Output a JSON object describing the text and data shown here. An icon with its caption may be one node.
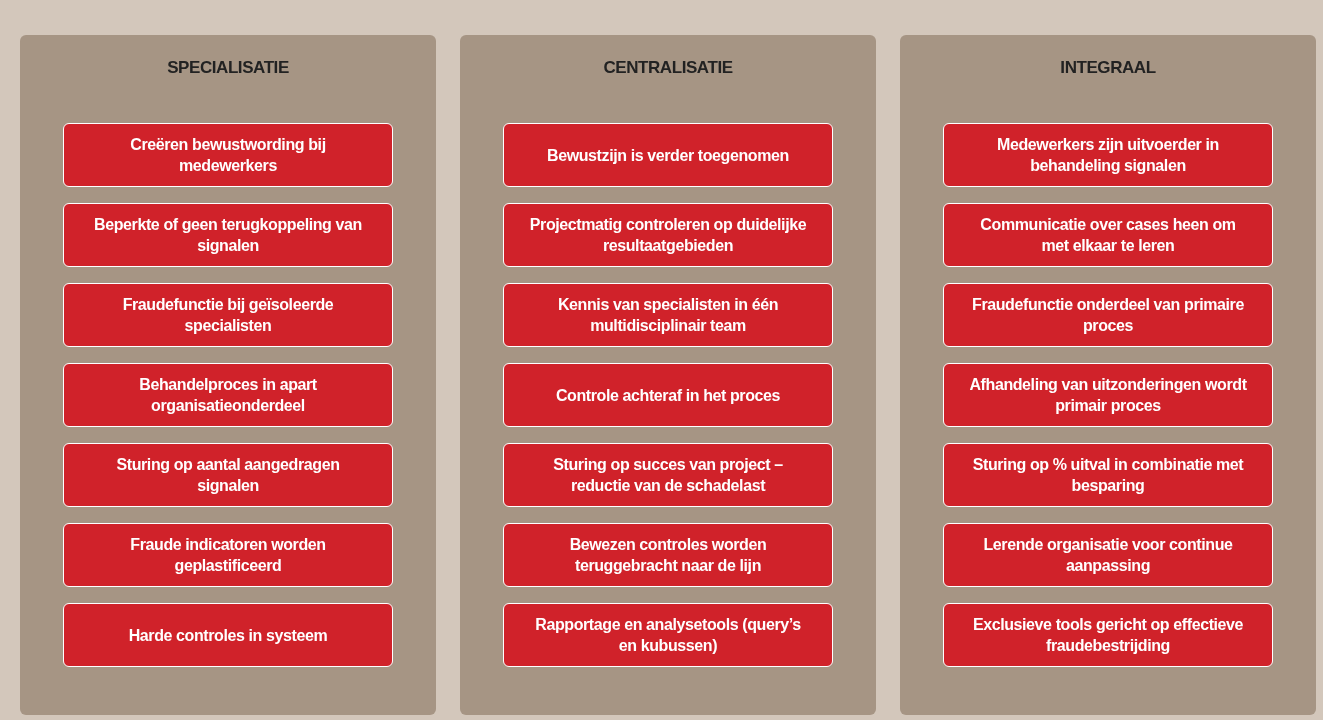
{
  "diagram": {
    "nodes": [
      {
        "text": [
          "SPECIALISATIE"
        ]
      },
      {
        "text": [
          "Creëren bewustwording bij medewerkers"
        ],
        "in": 0
      },
      {
        "text": [
          "Beperkte of geen terugkoppeling van signalen"
        ],
        "in": 0
      },
      {
        "text": [
          "Fraudefunctie bij geïsoleerde specialisten"
        ],
        "in": 0
      },
      {
        "text": [
          "Behandelproces in apart organisatieonderdeel"
        ],
        "in": 0
      },
      {
        "text": [
          "Sturing op aantal aangedragen signalen"
        ],
        "in": 0
      },
      {
        "text": [
          "Fraude indicatoren worden geplastificeerd"
        ],
        "in": 0
      },
      {
        "text": [
          "Harde controles in systeem"
        ],
        "in": 0
      },
      {
        "text": [
          "CENTRALISATIE"
        ]
      },
      {
        "text": [
          "Bewustzijn is verder toegenomen"
        ],
        "in": 8
      },
      {
        "text": [
          "Projectmatig controleren op duidelijke resultaatgebieden"
        ],
        "in": 8
      },
      {
        "text": [
          "Kennis van specialisten in één multidisciplinair team"
        ],
        "in": 8
      },
      {
        "text": [
          "Controle achteraf in het proces"
        ],
        "in": 8
      },
      {
        "text": [
          "Sturing op succes van project – reductie van de schadelast"
        ],
        "in": 8
      },
      {
        "text": [
          "Bewezen controles worden teruggebracht naar de lijn"
        ],
        "in": 8
      },
      {
        "text": [
          "Rapportage en analysetools (query’s en kubussen)"
        ],
        "in": 8
      },
      {
        "text": [
          "INTEGRAAL"
        ]
      },
      {
        "text": [
          "Medewerkers zijn uitvoerder in behandeling signalen"
        ],
        "in": 16
      },
      {
        "text": [
          "Communicatie over cases heen om met elkaar te leren"
        ],
        "in": 16
      },
      {
        "text": [
          "Fraudefunctie onderdeel van primaire proces"
        ],
        "in": 16
      },
      {
        "text": [
          "Afhandeling van uitzonderingen wordt primair proces"
        ],
        "in": 16
      },
      {
        "text": [
          "Sturing op % uitval in combinatie met besparing"
        ],
        "in": 16
      },
      {
        "text": [
          "Lerende organisatie voor continue aanpassing"
        ],
        "in": 16
      },
      {
        "text": [
          "Exclusieve tools gericht op effectieve fraudebestrijding"
        ],
        "in": 16
      }
    ]
  }
}
